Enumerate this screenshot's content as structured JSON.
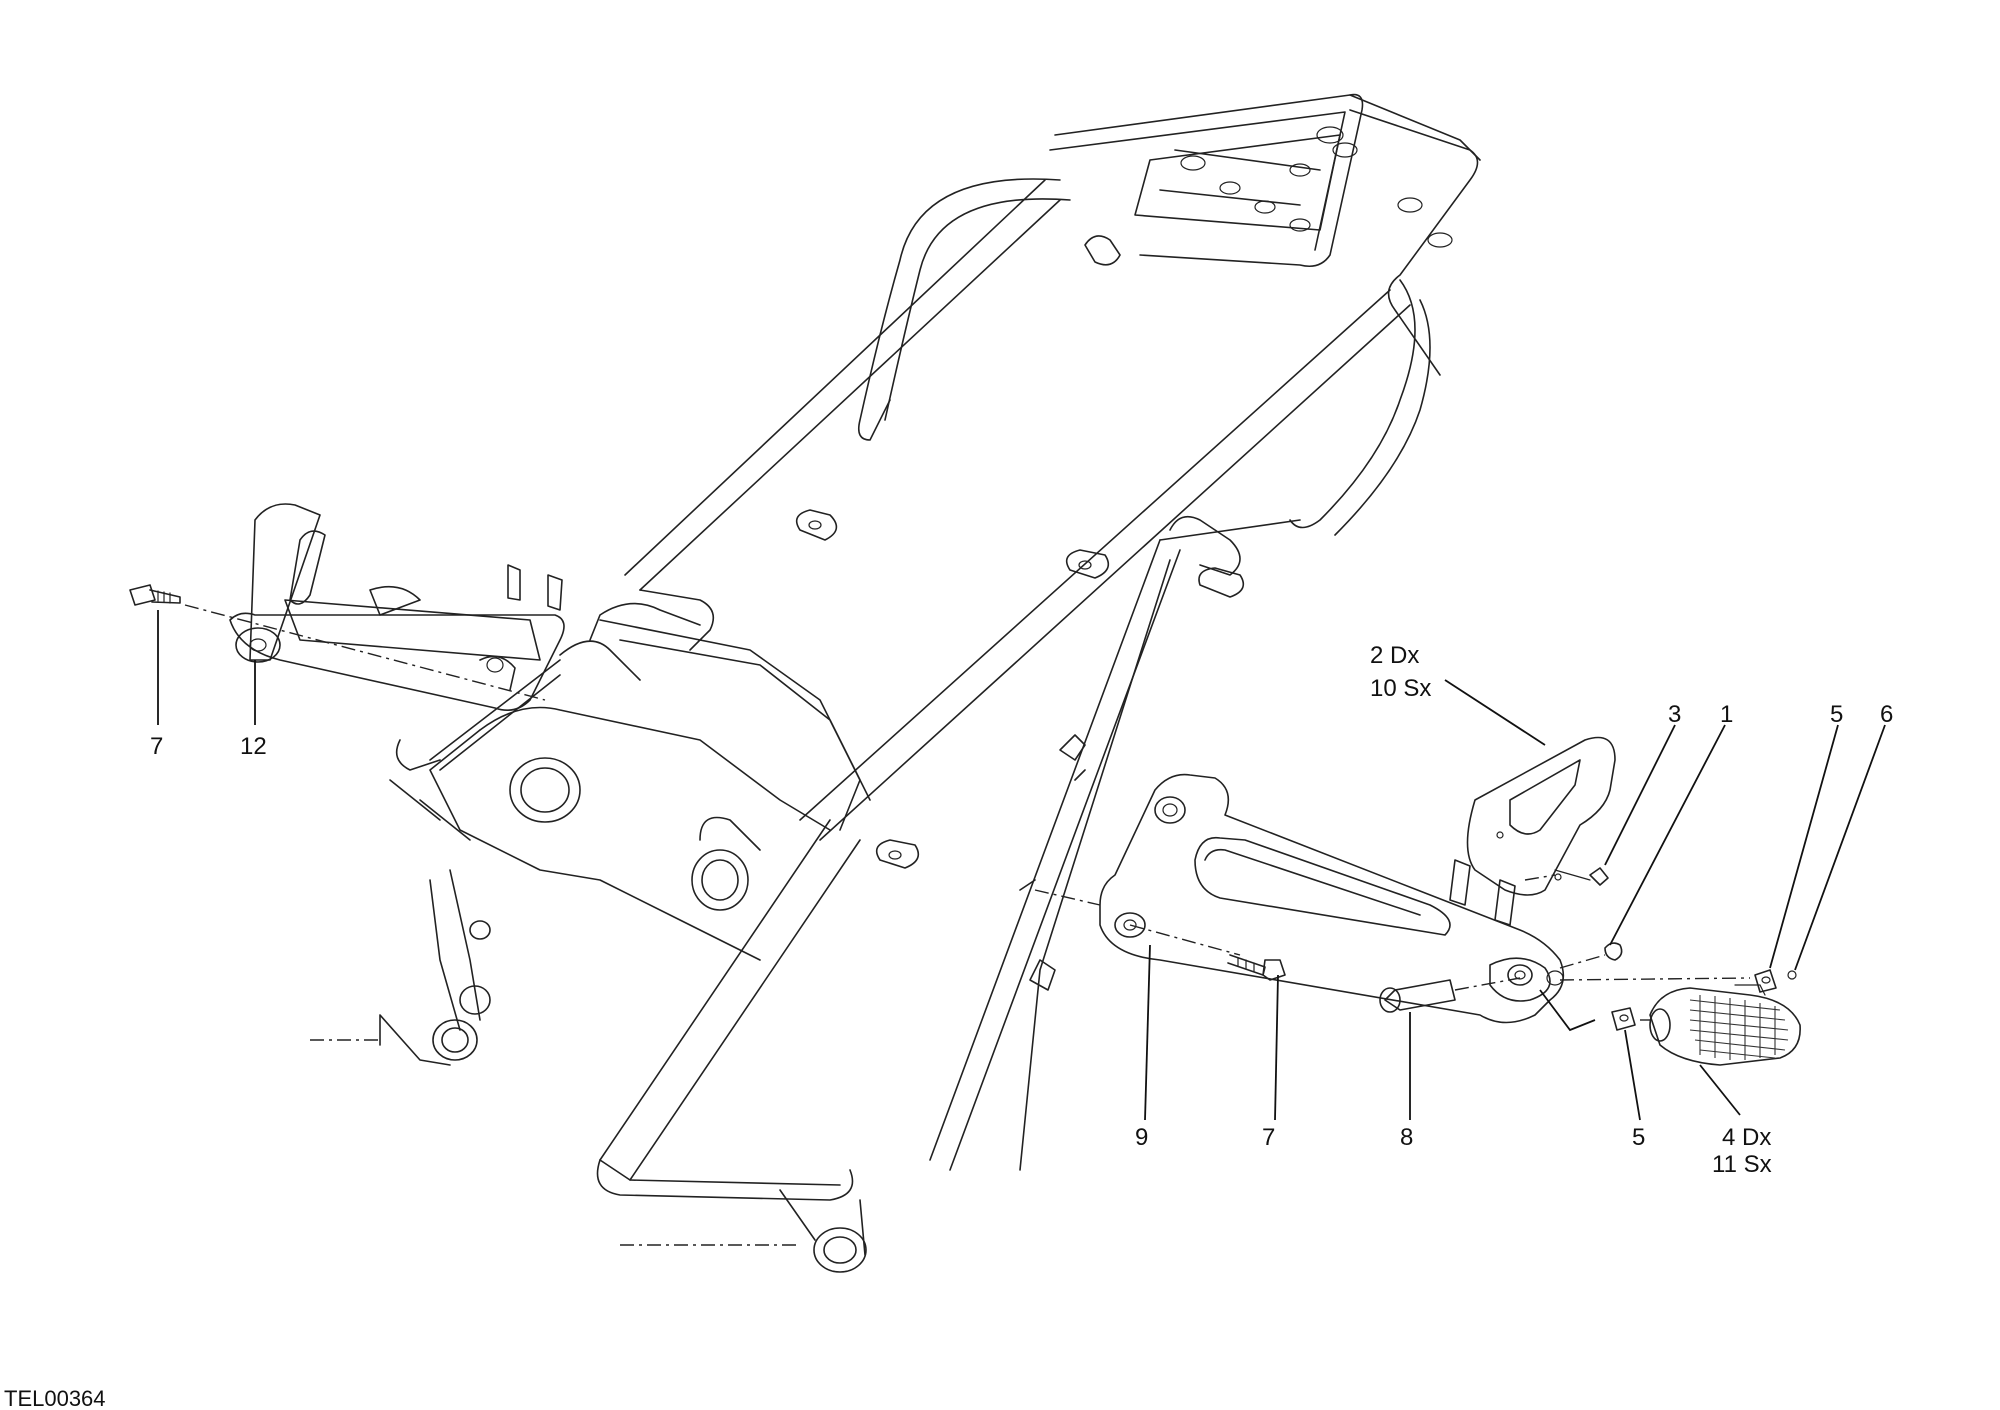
{
  "drawing_code": "TEL00364",
  "callouts": {
    "c1": "1",
    "c2_line1": "2 Dx",
    "c2_line2": "10 Sx",
    "c3": "3",
    "c4_line1": "4 Dx",
    "c4_line2": "11 Sx",
    "c5_top": "5",
    "c5_bottom": "5",
    "c6": "6",
    "c7_left": "7",
    "c7_right": "7",
    "c8": "8",
    "c9": "9",
    "c12": "12"
  }
}
